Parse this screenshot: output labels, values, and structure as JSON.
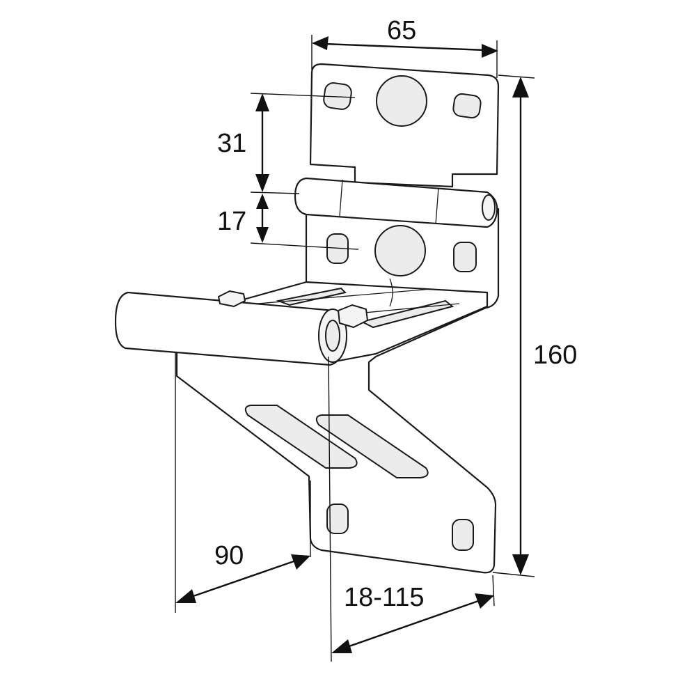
{
  "dimensions": {
    "top_width": "65",
    "upper_height": "31",
    "hinge_gap": "17",
    "overall_height": "160",
    "projection": "90",
    "adjustment_range": "18-115"
  }
}
